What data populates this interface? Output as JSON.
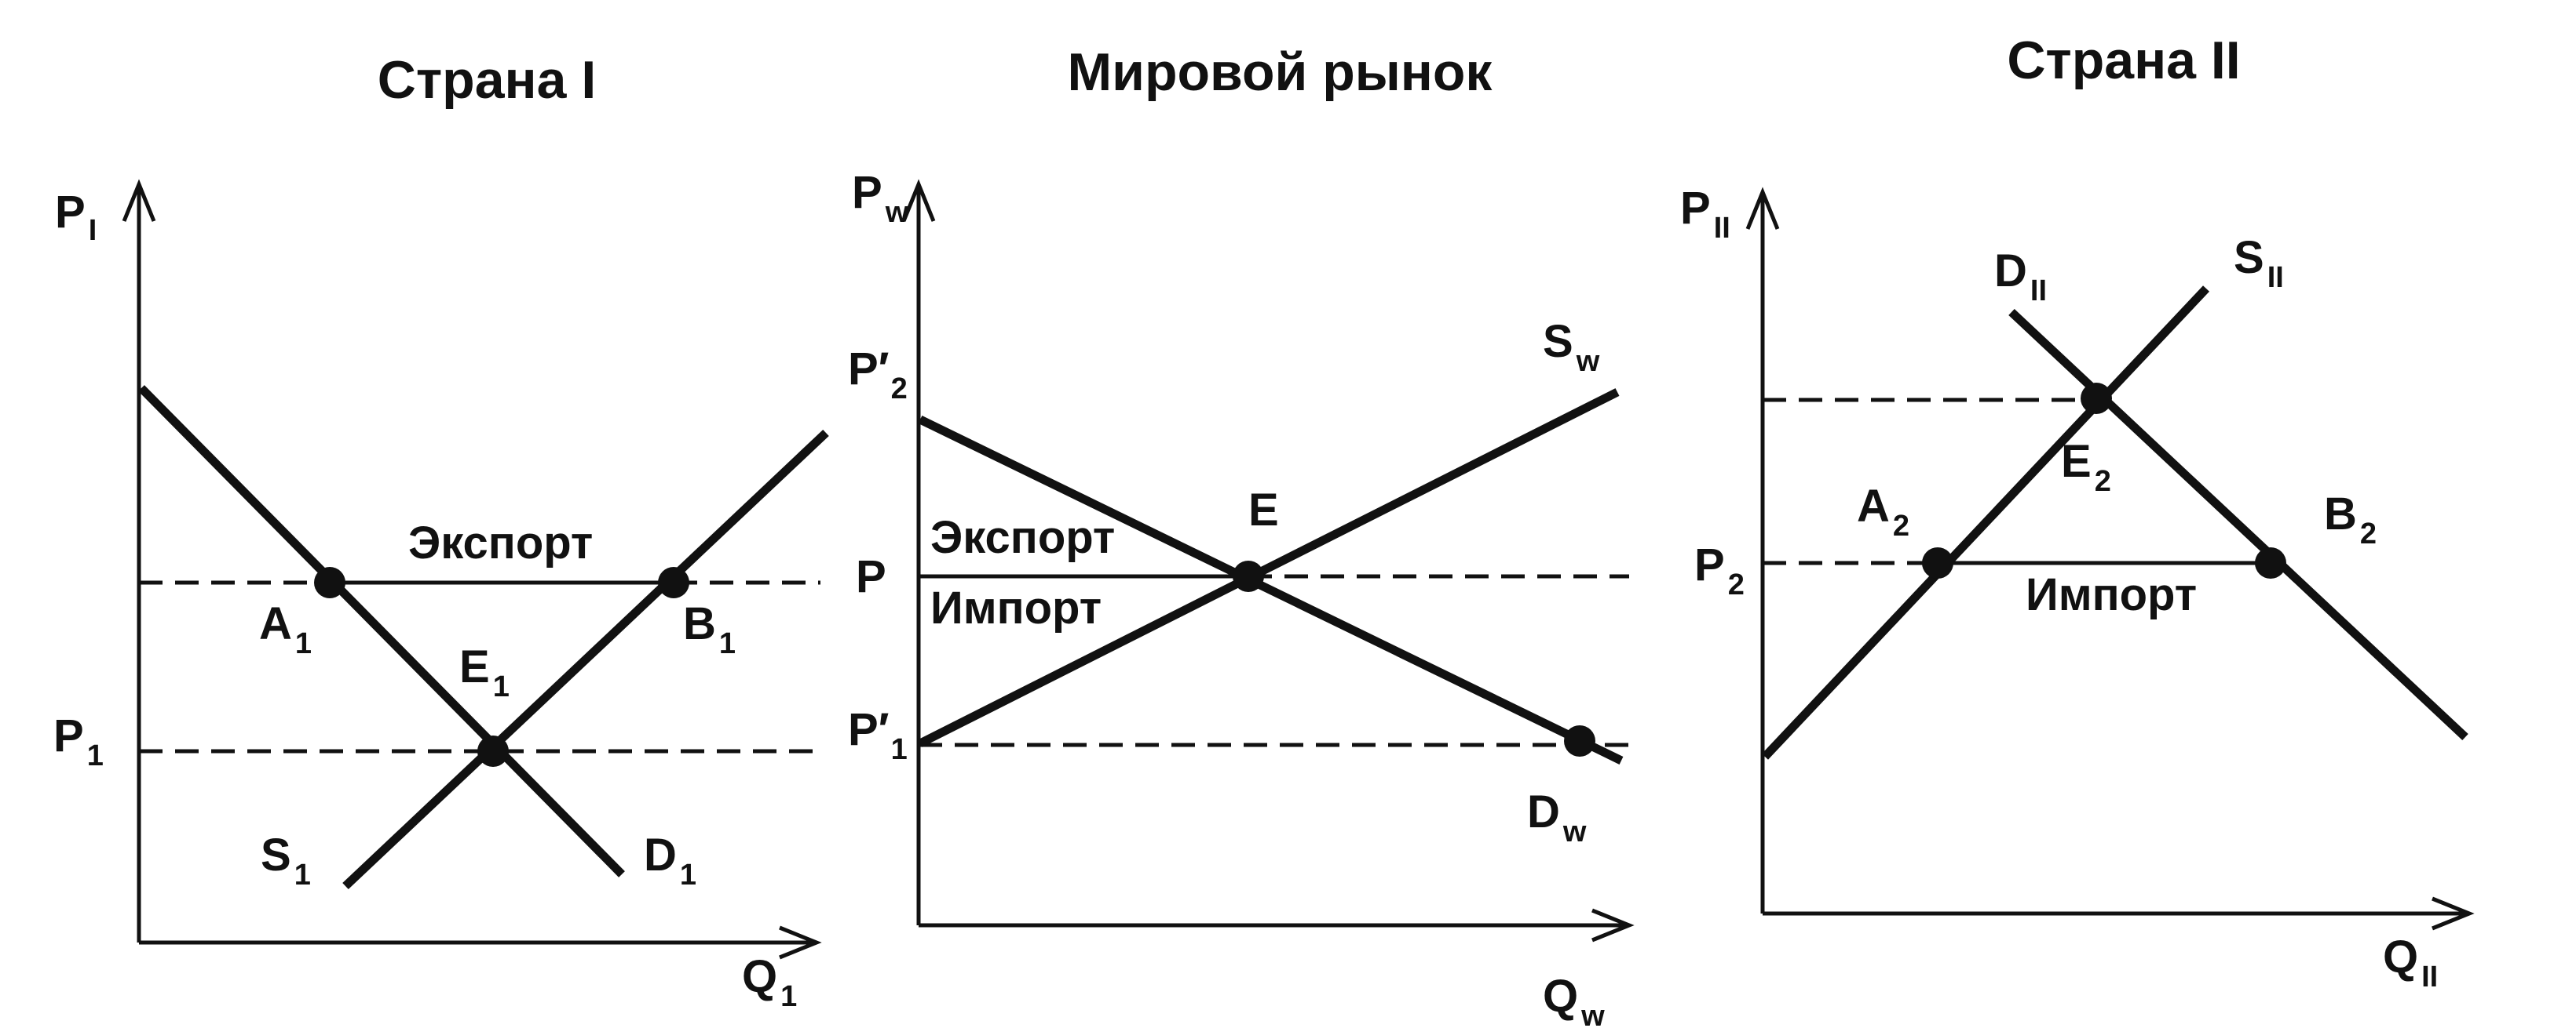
{
  "panels": {
    "country1": {
      "title": "Страна I",
      "y_axis": {
        "main": "P",
        "sub": "I"
      },
      "x_axis": {
        "main": "Q",
        "sub": "1"
      },
      "supply": {
        "main": "S",
        "sub": "1"
      },
      "demand": {
        "main": "D",
        "sub": "1"
      },
      "price": {
        "main": "P",
        "sub": "1"
      },
      "point_a": {
        "main": "A",
        "sub": "1"
      },
      "point_b": {
        "main": "B",
        "sub": "1"
      },
      "point_e": {
        "main": "E",
        "sub": "1"
      },
      "segment_label": "Экспорт"
    },
    "world": {
      "title": "Мировой  рынок",
      "y_axis": {
        "main": "P",
        "sub": "w"
      },
      "x_axis": {
        "main": "Q",
        "sub": "w"
      },
      "supply": {
        "main": "S",
        "sub": "w"
      },
      "demand": {
        "main": "D",
        "sub": "w"
      },
      "price_high": {
        "main": "P′",
        "sub": "2"
      },
      "price_low": {
        "main": "P′",
        "sub": "1"
      },
      "price_mid": "P",
      "point_e": "E",
      "export_label": "Экспорт",
      "import_label": "Импорт"
    },
    "country2": {
      "title": "Страна II",
      "y_axis": {
        "main": "P",
        "sub": "II"
      },
      "x_axis": {
        "main": "Q",
        "sub": "II"
      },
      "supply": {
        "main": "S",
        "sub": "II"
      },
      "demand": {
        "main": "D",
        "sub": "II"
      },
      "price": {
        "main": "P",
        "sub": "2"
      },
      "point_a": {
        "main": "A",
        "sub": "2"
      },
      "point_b": {
        "main": "B",
        "sub": "2"
      },
      "point_e": {
        "main": "E",
        "sub": "2"
      },
      "segment_label": "Импорт"
    }
  }
}
